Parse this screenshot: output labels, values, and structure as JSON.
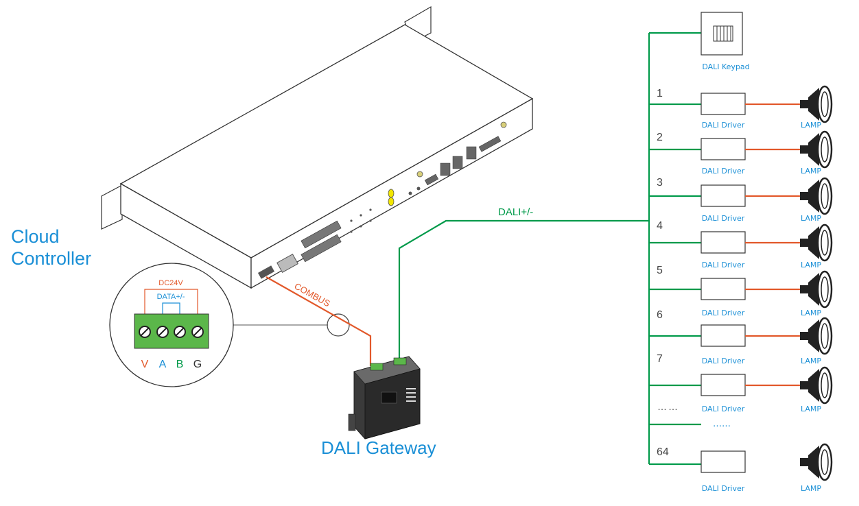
{
  "labels": {
    "controller_line1": "Cloud",
    "controller_line2": "Controller",
    "gateway": "DALI Gateway",
    "combus": "COMBUS",
    "dali_bus": "DALI+/-",
    "keypad": "DALI Keypad",
    "driver": "DALI Driver",
    "lamp": "LAMP",
    "dots_channel": "……",
    "dots_driver": "……"
  },
  "terminal_block": {
    "power_label": "DC24V",
    "data_label": "DATA+/-",
    "pins": [
      "V",
      "A",
      "B",
      "G"
    ]
  },
  "channels": [
    "1",
    "2",
    "3",
    "4",
    "5",
    "6",
    "7",
    "64"
  ],
  "colors": {
    "accent_blue": "#1a8fd6",
    "bus_green": "#009a4a",
    "wire_orange": "#e2582a",
    "terminal_green": "#5bb74a",
    "line": "#333333"
  }
}
